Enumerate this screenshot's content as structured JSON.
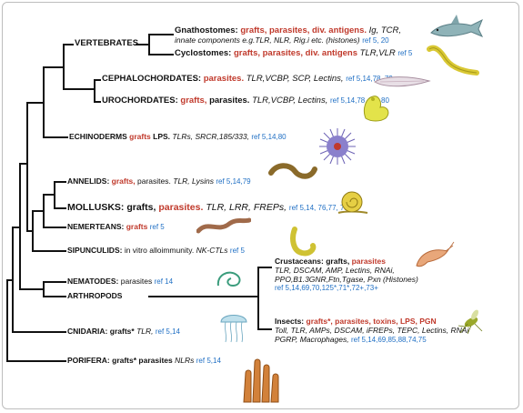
{
  "colors": {
    "red": "#c0392b",
    "ref_blue": "#1f6fc4",
    "line": "#111111"
  },
  "vertebrates": {
    "name": "VERTEBRATES"
  },
  "gnathostomes": {
    "name": "Gnathostomes:",
    "red": "grafts, parasites, div. antigens.",
    "line1_rest": "Ig, TCR,",
    "line2": "innate components e.g.TLR, NLR, Rig.i etc. (histones)",
    "ref": "ref 5, 20"
  },
  "cyclostomes": {
    "name": "Cyclostomes:",
    "red": "grafts, parasites, div. antigens",
    "rest": "TLR,VLR",
    "ref": "ref 5"
  },
  "cephalochordates": {
    "name": "CEPHALOCHORDATES:",
    "red": "parasites.",
    "rest": "TLR,VCBP, SCP, Lectins,",
    "ref": "ref 5,14,78, 79"
  },
  "urochordates": {
    "name": "UROCHORDATES:",
    "red": "grafts,",
    "black": "parasites.",
    "rest": "TLR,VCBP, Lectins,",
    "ref": "ref 5,14,78, 79, 80"
  },
  "echinoderms": {
    "name": "ECHINODERMS",
    "red": "grafts",
    "black": "LPS.",
    "rest": "TLRs, SRCR,185/333,",
    "ref": "ref 5,14,80"
  },
  "annelids": {
    "name": "ANNELIDS:",
    "red": "grafts,",
    "black": "parasites.",
    "rest": "TLR, Lysins",
    "ref": "ref 5,14,79"
  },
  "mollusks": {
    "name": "MOLLUSKS:",
    "black": "grafts,",
    "red": "parasites.",
    "rest": "TLR, LRR, FREPs,",
    "ref": "ref 5,14, 76,77, 79"
  },
  "nemerteans": {
    "name": "NEMERTEANS:",
    "red": "grafts",
    "ref": "ref 5"
  },
  "sipunculids": {
    "name": "SIPUNCULIDS:",
    "black": "in vitro alloimmunity.",
    "rest": "NK-CTLs",
    "ref": "ref 5"
  },
  "nematodes": {
    "name": "NEMATODES:",
    "black": "parasites",
    "ref": "ref 14"
  },
  "arthropods": {
    "name": "ARTHROPODS"
  },
  "crustaceans": {
    "name": "Crustaceans:",
    "black": "grafts,",
    "red": "parasites",
    "lines": [
      "TLR, DSCAM, AMP, Lectins, RNAi,",
      "PPO,B1.3GNR,Ftn,Tgase, Pxn (Histones)"
    ],
    "ref": "ref 5,14,69,70,125*,71*,72+,73+"
  },
  "insects": {
    "name": "Insects:",
    "red": "grafts*, parasites, toxins, LPS, PGN",
    "lines": [
      "Toll, TLR, AMPs, DSCAM, iFREPs, TEPC, Lectins, RNAi",
      "PGRP, Macrophages,"
    ],
    "ref": "ref 5,14,69,85,88,74,75"
  },
  "cnidaria": {
    "name": "CNIDARIA:",
    "black": "grafts*",
    "rest": "TLR,",
    "ref": "ref 5,14"
  },
  "porifera": {
    "name": "PORIFERA:",
    "black": "grafts* parasites",
    "rest": "NLRs",
    "ref": "ref 5,14"
  }
}
